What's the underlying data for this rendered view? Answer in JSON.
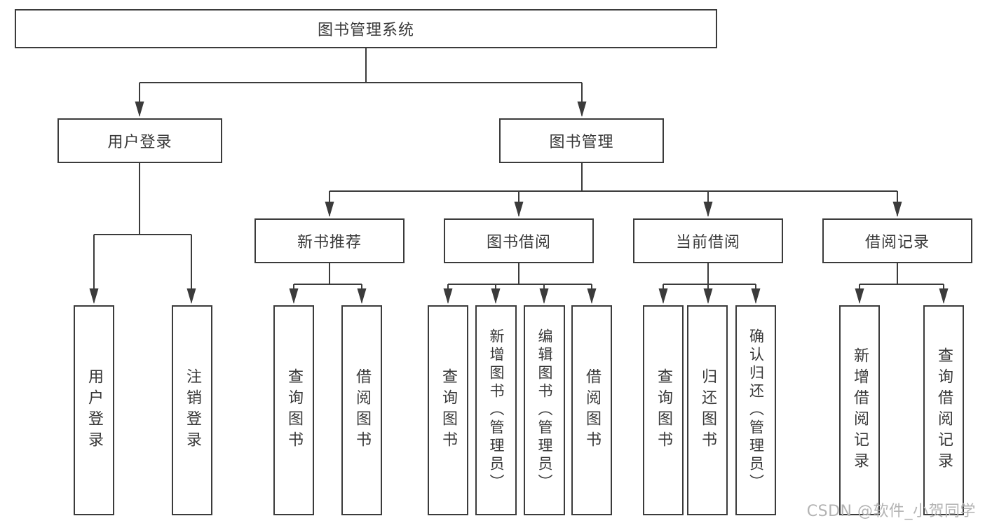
{
  "colors": {
    "line": "#3b3b3b",
    "text": "#383838",
    "box_bg": "#ffffff",
    "watermark": "#b3b3b3"
  },
  "nodes": {
    "root": "图书管理系统",
    "user_login": "用户登录",
    "book_management": "图书管理",
    "new_book_recommend": "新书推荐",
    "book_borrow": "图书借阅",
    "current_borrow": "当前借阅",
    "borrow_record": "借阅记录",
    "leaf_user_login": "用户登录",
    "leaf_logout": "注销登录",
    "leaf_recommend_query_book": "查询图书",
    "leaf_recommend_borrow_book": "借阅图书",
    "leaf_borrow_query_book": "查询图书",
    "leaf_borrow_add_book": "新增图书（管理员）",
    "leaf_borrow_edit_book": "编辑图书（管理员）",
    "leaf_borrow_borrow_book": "借阅图书",
    "leaf_current_query_book": "查询图书",
    "leaf_current_return_book": "归还图书",
    "leaf_current_confirm_return": "确认归还（管理员）",
    "leaf_record_add": "新增借阅记录",
    "leaf_record_query": "查询借阅记录"
  },
  "watermark": "CSDN @软件_小贺同学"
}
